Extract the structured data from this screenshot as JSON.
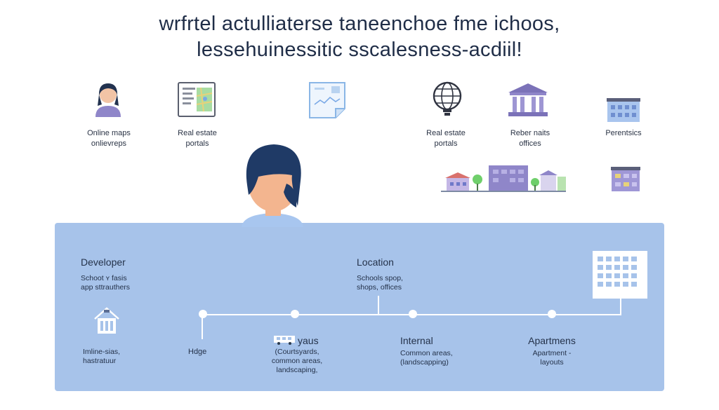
{
  "title": {
    "line1": "wrfrtel actulliaterse taneenchoe fme ichoos,",
    "line2": "lessehuinessitic sscalesness-acdiil!"
  },
  "top_items": [
    {
      "line1": "Online maps",
      "line2": "onlievreps",
      "icon": "person-icon"
    },
    {
      "line1": "Real estate",
      "line2": "portals",
      "icon": "map-document-icon"
    },
    {
      "line1": "",
      "line2": "",
      "icon": "chart-document-icon"
    },
    {
      "line1": "Real estate",
      "line2": "portals",
      "icon": "globe-bulb-icon"
    },
    {
      "line1": "Reber naits",
      "line2": "offices",
      "icon": "museum-icon"
    },
    {
      "line1": "Perentsics",
      "line2": "",
      "icon": "building-icon"
    }
  ],
  "panel": {
    "developer": {
      "heading": "Developer",
      "line1": "Schoot ʏ fasis",
      "line2": "app sttrauthers"
    },
    "location": {
      "heading": "Location",
      "line1": "Schools spop,",
      "line2": "shops, offices"
    },
    "bottom_left": {
      "line1": "Imline-sias,",
      "line2": "hastratuur"
    },
    "stage_hdge": {
      "line1": "Hdge"
    },
    "stage_yaus": {
      "heading": "yaus",
      "line1": "(Courtsyards,",
      "line2": "common areas,",
      "line3": "landscaping,"
    },
    "stage_internal": {
      "heading": "Internal",
      "line1": "Common areas,",
      "line2": "(landscapping)"
    },
    "stage_apartments": {
      "heading": "Apartmens",
      "line1": "Apartment -",
      "line2": "layouts"
    }
  },
  "colors": {
    "panel": "#a7c3ea",
    "title": "#1f2d47",
    "accent_purple": "#8f86c9",
    "accent_green": "#6fcf6b"
  }
}
